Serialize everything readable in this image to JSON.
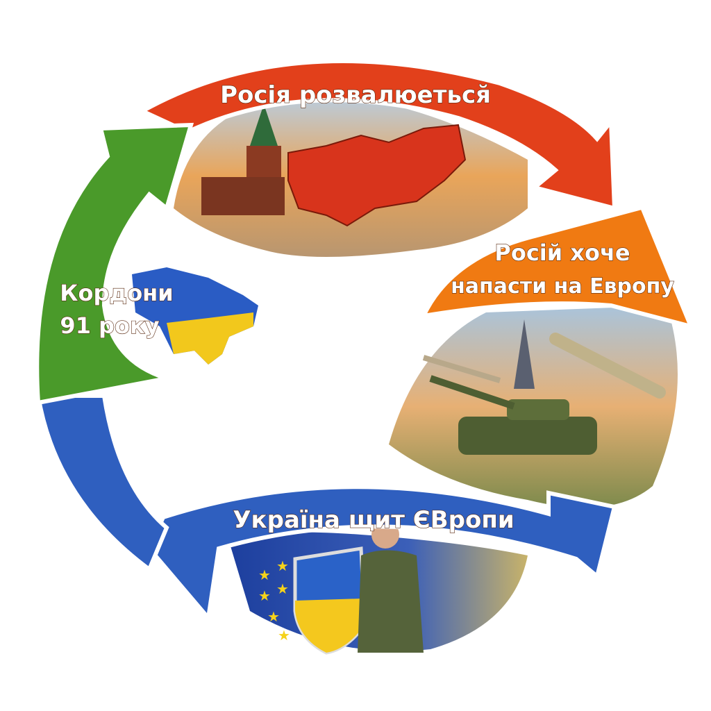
{
  "cycle": {
    "steps": [
      {
        "label": "Росія розвалюеться̆",
        "color": "#e2401b"
      },
      {
        "label_line1": "Росій хоче",
        "label_line2": "напасти на Европу",
        "color": "#f07a12"
      },
      {
        "label": "Україна щит ЄВропи",
        "color": "#2f5fbf"
      },
      {
        "label_line1": "Кордони",
        "label_line2": "91 року",
        "color": "#4a9a2a"
      }
    ]
  }
}
